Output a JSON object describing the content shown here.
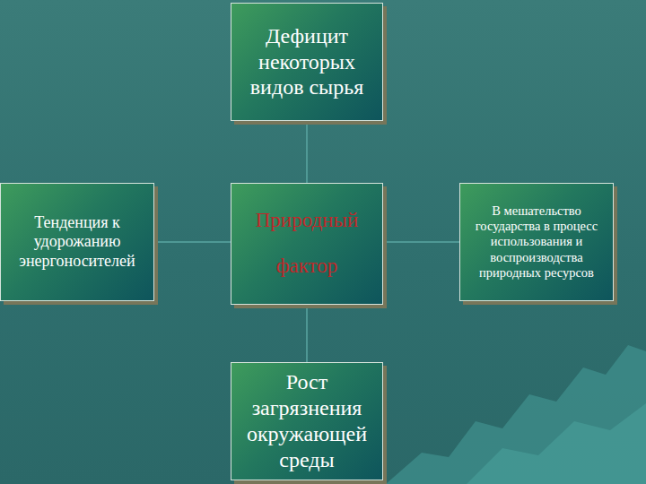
{
  "diagram": {
    "nodes": [
      {
        "text": [
          "Дефицит некоторых видов сырья"
        ]
      },
      {
        "text": [
          "Тенденция к удорожанию энергоносителей"
        ]
      },
      {
        "text": [
          "Природный фактор"
        ]
      },
      {
        "text": [
          "В мешательство государства в процесс использования и воспроизводства природных ресурсов"
        ]
      },
      {
        "text": [
          "Рост загрязнения окружающей среды"
        ]
      }
    ],
    "edges": [
      {
        "from": 2,
        "to": 0,
        "arrow": "none"
      },
      {
        "from": 2,
        "to": 1,
        "arrow": "none"
      },
      {
        "from": 2,
        "to": 3,
        "arrow": "none"
      },
      {
        "from": 2,
        "to": 4,
        "arrow": "none"
      }
    ]
  }
}
